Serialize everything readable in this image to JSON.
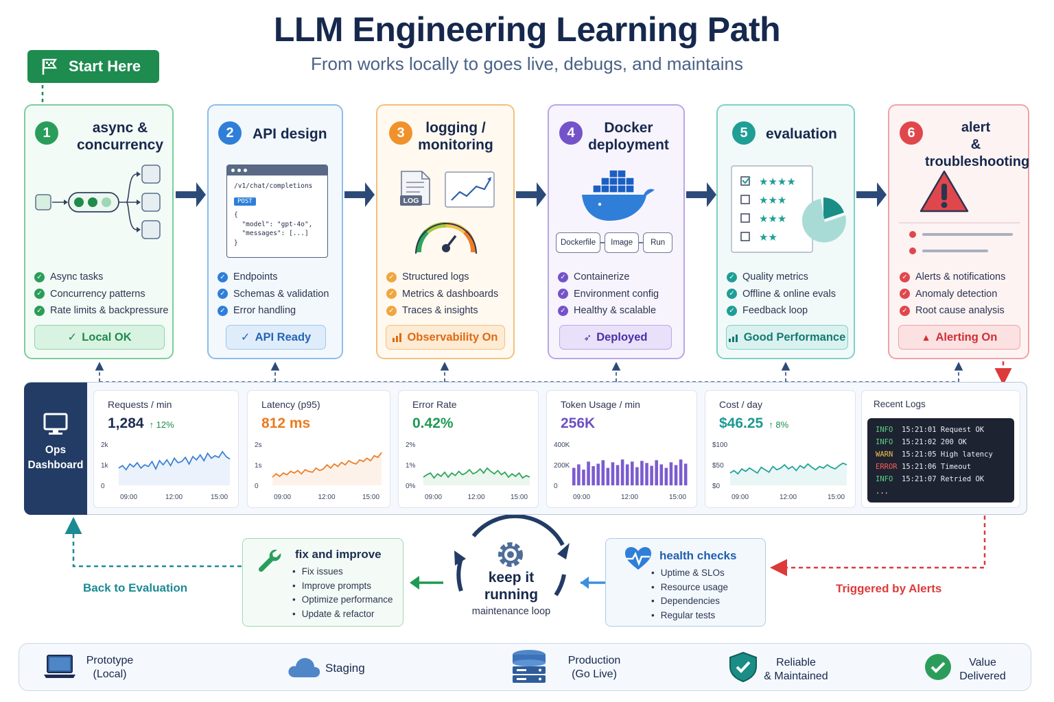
{
  "header": {
    "title": "LLM Engineering Learning Path",
    "subtitle": "From works locally to goes live, debugs, and maintains"
  },
  "start_button": {
    "label": "Start Here"
  },
  "steps": [
    {
      "number": "1",
      "title": "async &\nconcurrency",
      "items": [
        "Async tasks",
        "Concurrency patterns",
        "Rate limits & backpressure"
      ],
      "badge": "Local OK",
      "color": "#2a9d5a"
    },
    {
      "number": "2",
      "title": "API design",
      "code": {
        "path": "/v1/chat/completions",
        "method": "POST",
        "lines": [
          "{",
          "  \"model\": \"gpt-4o\",",
          "  \"messages\": [...]",
          "}"
        ]
      },
      "items": [
        "Endpoints",
        "Schemas & validation",
        "Error handling"
      ],
      "badge": "API Ready",
      "color": "#2f7fd8"
    },
    {
      "number": "3",
      "title": "logging /\nmonitoring",
      "icon_text": "LOG",
      "items": [
        "Structured logs",
        "Metrics & dashboards",
        "Traces & insights"
      ],
      "badge": "Observability On",
      "color": "#f0922b"
    },
    {
      "number": "4",
      "title": "Docker\ndeployment",
      "chips": [
        "Dockerfile",
        "Image",
        "Run"
      ],
      "items": [
        "Containerize",
        "Environment config",
        "Healthy & scalable"
      ],
      "badge": "Deployed",
      "color": "#7453c9"
    },
    {
      "number": "5",
      "title": "evaluation",
      "items": [
        "Quality metrics",
        "Offline & online evals",
        "Feedback loop"
      ],
      "badge": "Good Performance",
      "color": "#1f9e96"
    },
    {
      "number": "6",
      "title": "alert\n& troubleshooting",
      "items": [
        "Alerts & notifications",
        "Anomaly detection",
        "Root cause analysis"
      ],
      "badge": "Alerting On",
      "color": "#e0474c"
    }
  ],
  "ops_dashboard": {
    "label": "Ops\nDashboard",
    "metrics": [
      {
        "label": "Requests / min",
        "value": "1,284",
        "delta": "↑ 12%",
        "color": "#1c2d52",
        "yticks": [
          "2k",
          "1k",
          "0"
        ],
        "xticks": [
          "09:00",
          "12:00",
          "15:00"
        ],
        "chart": "line",
        "line_color": "#3b82d6"
      },
      {
        "label": "Latency (p95)",
        "value": "812 ms",
        "delta": "",
        "color": "#ec7a1c",
        "yticks": [
          "2s",
          "1s",
          "0"
        ],
        "xticks": [
          "09:00",
          "12:00",
          "15:00"
        ],
        "chart": "line",
        "line_color": "#ef7d26"
      },
      {
        "label": "Error Rate",
        "value": "0.42%",
        "delta": "",
        "color": "#1e9a52",
        "yticks": [
          "2%",
          "1%",
          "0%"
        ],
        "xticks": [
          "09:00",
          "12:00",
          "15:00"
        ],
        "chart": "line",
        "line_color": "#2ea55a"
      },
      {
        "label": "Token Usage / min",
        "value": "256K",
        "delta": "",
        "color": "#6d4fc4",
        "yticks": [
          "400K",
          "200K",
          "0"
        ],
        "xticks": [
          "09:00",
          "12:00",
          "15:00"
        ],
        "chart": "bar",
        "line_color": "#7b5cd0"
      },
      {
        "label": "Cost / day",
        "value": "$46.25",
        "delta": "↑ 8%",
        "color": "#1c9a93",
        "yticks": [
          "$100",
          "$50",
          "$0"
        ],
        "xticks": [
          "09:00",
          "12:00",
          "15:00"
        ],
        "chart": "line",
        "line_color": "#22a39a"
      }
    ],
    "recent_logs": {
      "label": "Recent Logs",
      "entries": [
        {
          "level": "INFO",
          "time": "15:21:01",
          "msg": "Request OK",
          "color": "#5fd18a"
        },
        {
          "level": "INFO",
          "time": "15:21:02",
          "msg": "200 OK",
          "color": "#5fd18a"
        },
        {
          "level": "WARN",
          "time": "15:21:05",
          "msg": "High latency",
          "color": "#f2c14e"
        },
        {
          "level": "ERROR",
          "time": "15:21:06",
          "msg": "Timeout",
          "color": "#ff5c5c"
        },
        {
          "level": "INFO",
          "time": "15:21:07",
          "msg": "Retried OK",
          "color": "#5fd18a"
        }
      ],
      "more": "..."
    }
  },
  "maintenance": {
    "fix": {
      "title": "fix and improve",
      "items": [
        "Fix issues",
        "Improve prompts",
        "Optimize performance",
        "Update & refactor"
      ]
    },
    "loop": {
      "title": "keep it\nrunning",
      "subtitle": "maintenance loop"
    },
    "health": {
      "title": "health checks",
      "items": [
        "Uptime & SLOs",
        "Resource usage",
        "Dependencies",
        "Regular tests"
      ]
    },
    "back_label": "Back to Evaluation",
    "trigger_label": "Triggered by Alerts"
  },
  "stages": [
    {
      "label": "Prototype\n(Local)",
      "icon": "laptop-icon"
    },
    {
      "label": "Staging",
      "icon": "cloud-icon"
    },
    {
      "label": "Production\n(Go Live)",
      "icon": "server-icon"
    },
    {
      "label": "Reliable\n& Maintained",
      "icon": "shield-check-icon"
    },
    {
      "label": "Value\nDelivered",
      "icon": "check-circle-icon"
    }
  ]
}
